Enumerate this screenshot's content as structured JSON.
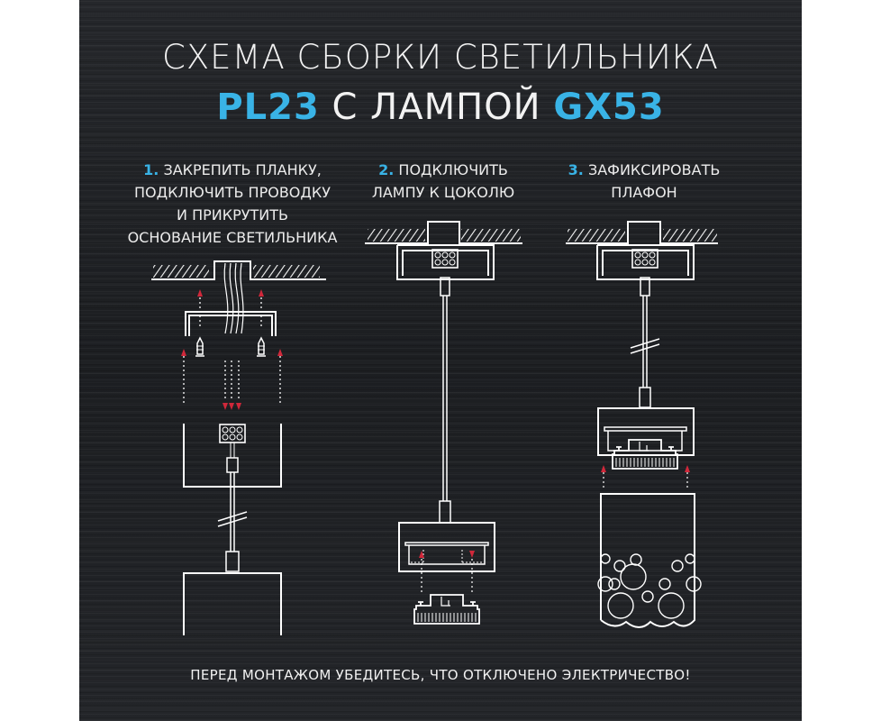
{
  "title": {
    "line1": "СХЕМА СБОРКИ СВЕТИЛЬНИКА",
    "model": "PL23",
    "middle": " С ЛАМПОЙ ",
    "lamp": "GX53"
  },
  "steps": [
    {
      "number": "1.",
      "lines": [
        " ЗАКРЕПИТЬ ПЛАНКУ,",
        "ПОДКЛЮЧИТЬ ПРОВОДКУ",
        "И ПРИКРУТИТЬ",
        "ОСНОВАНИЕ СВЕТИЛЬНИКА"
      ]
    },
    {
      "number": "2.",
      "lines": [
        " ПОДКЛЮЧИТЬ",
        "ЛАМПУ К ЦОКОЛЮ"
      ]
    },
    {
      "number": "3.",
      "lines": [
        " ЗАФИКСИРОВАТЬ",
        "ПЛАФОН"
      ]
    }
  ],
  "footer": "ПЕРЕД МОНТАЖОМ УБЕДИТЕСЬ, ЧТО ОТКЛЮЧЕНО ЭЛЕКТРИЧЕСТВО!",
  "colors": {
    "accent": "#39b3e6",
    "arrow": "#d0283a",
    "line": "#ffffff",
    "background": "#1f2124"
  }
}
